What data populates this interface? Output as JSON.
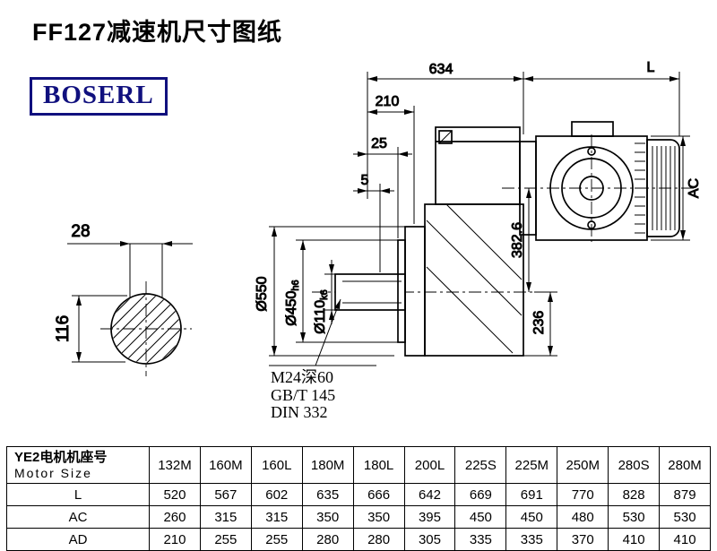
{
  "page": {
    "title": "FF127减速机尺寸图纸",
    "brand": "BOSERL"
  },
  "drawing": {
    "dims": {
      "d634": "634",
      "L": "L",
      "d210": "210",
      "d25": "25",
      "d5": "5",
      "ac": "AC",
      "d382": "382.6",
      "d550": "Ø550",
      "d450": "Ø450",
      "d450_tol": "h6",
      "d110": "Ø110",
      "d110_tol": "k6",
      "d236": "236",
      "d28": "28",
      "d116": "116"
    },
    "notes": [
      "M24深60",
      "GB/T 145",
      "DIN 332"
    ]
  },
  "table": {
    "header": {
      "cn": "YE2电机机座号",
      "en": "Motor Size"
    },
    "columns": [
      "132M",
      "160M",
      "160L",
      "180M",
      "180L",
      "200L",
      "225S",
      "225M",
      "250M",
      "280S",
      "280M"
    ],
    "rows": [
      {
        "label": "L",
        "values": [
          "520",
          "567",
          "602",
          "635",
          "666",
          "642",
          "669",
          "691",
          "770",
          "828",
          "879"
        ]
      },
      {
        "label": "AC",
        "values": [
          "260",
          "315",
          "315",
          "350",
          "350",
          "395",
          "450",
          "450",
          "480",
          "530",
          "530"
        ]
      },
      {
        "label": "AD",
        "values": [
          "210",
          "255",
          "255",
          "280",
          "280",
          "305",
          "335",
          "335",
          "370",
          "410",
          "410"
        ]
      }
    ]
  }
}
